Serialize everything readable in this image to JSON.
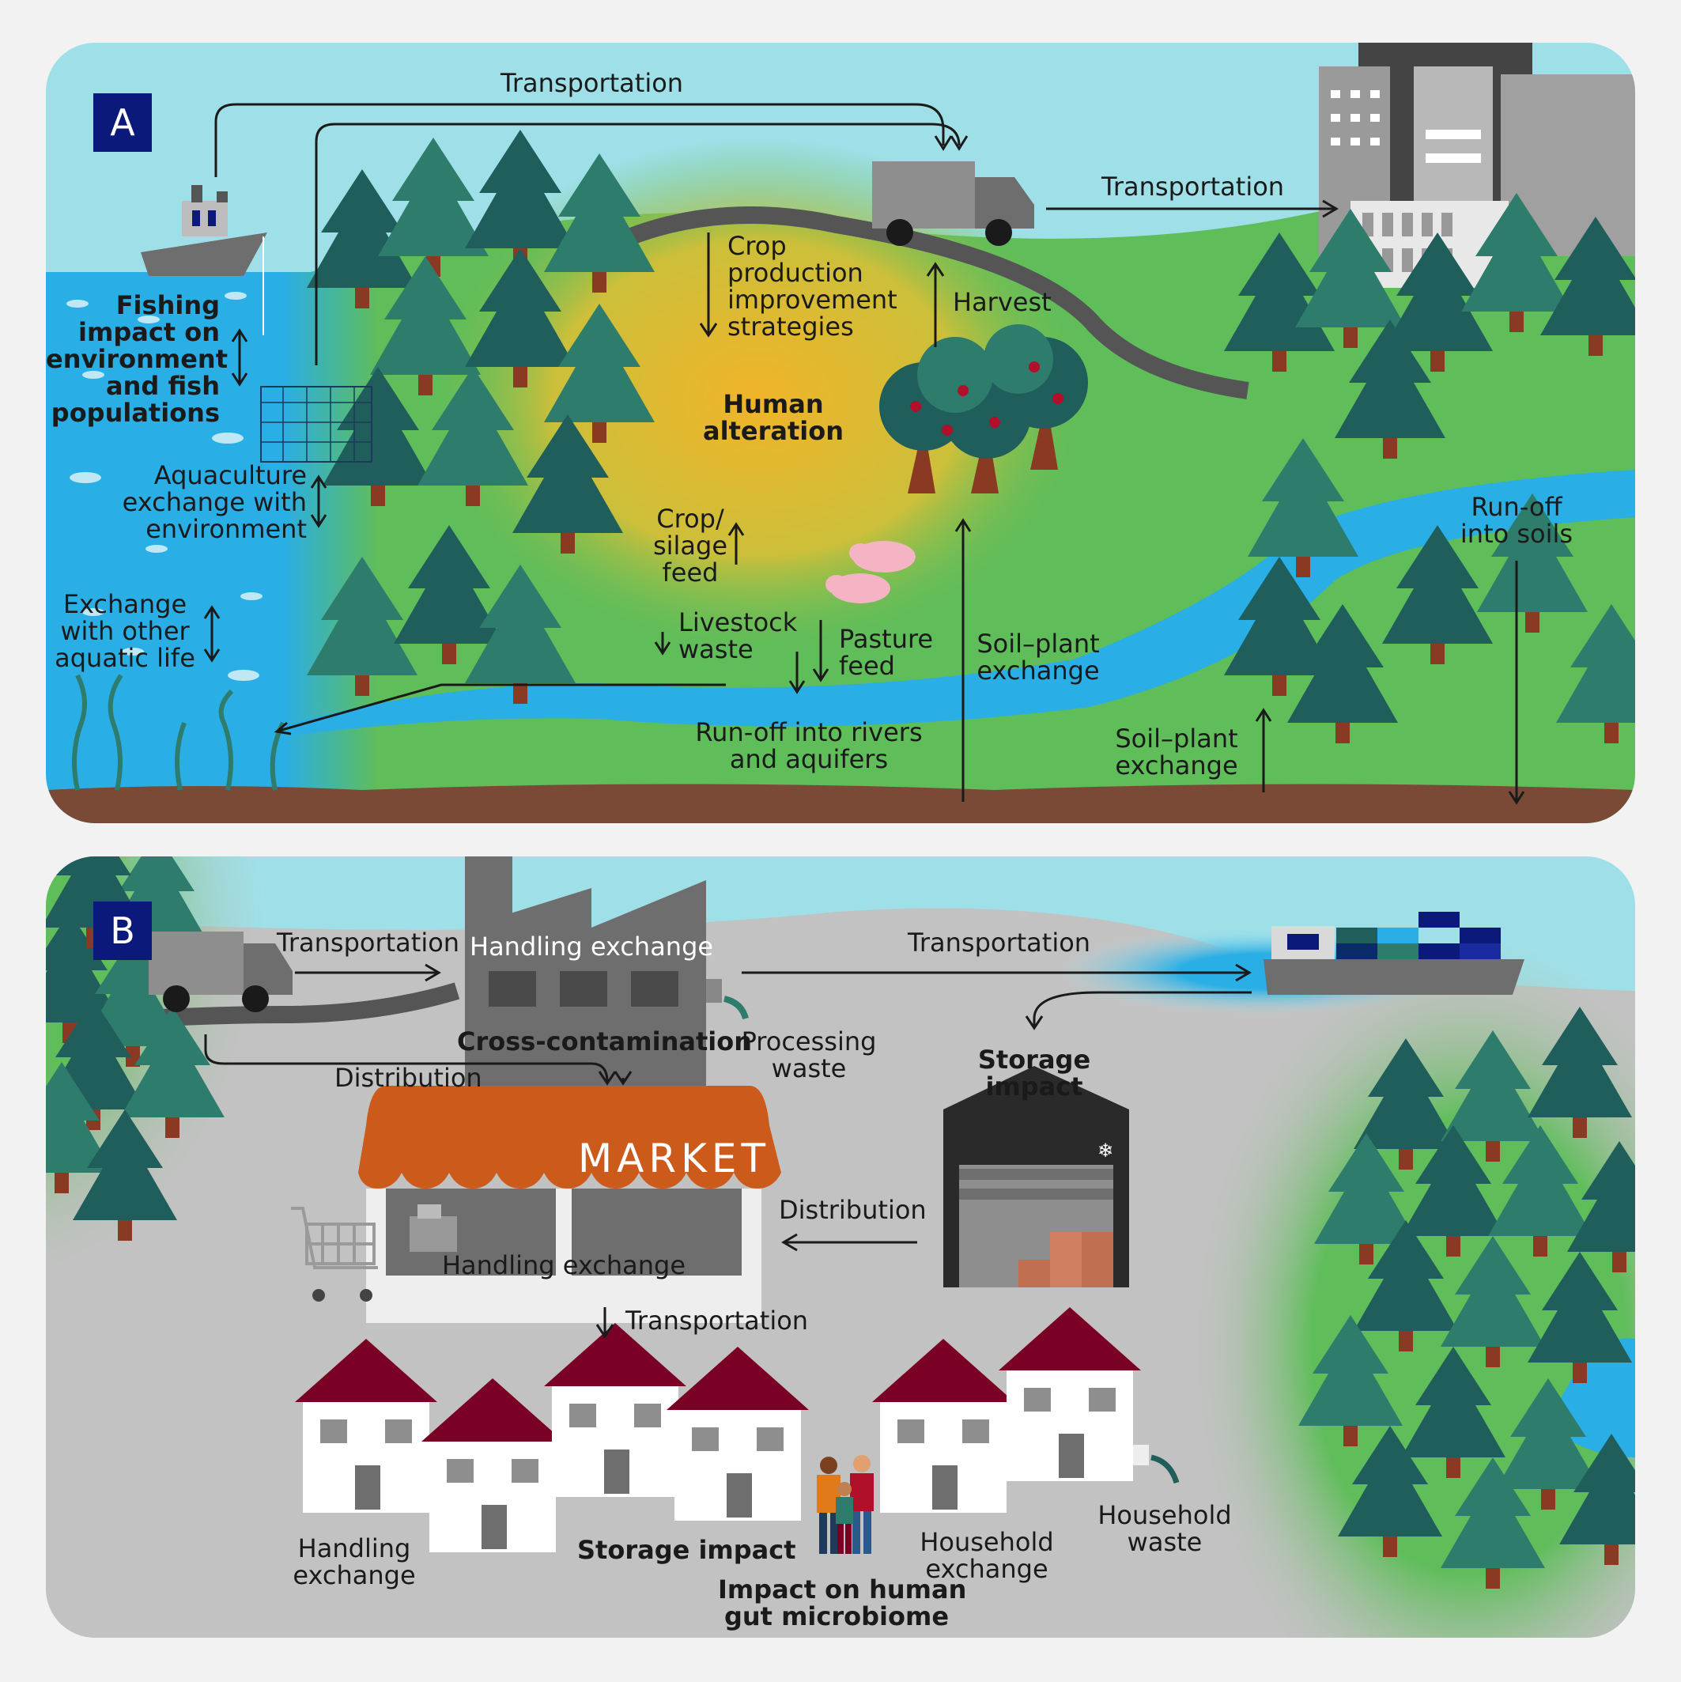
{
  "panel_a": {
    "badge": "A",
    "transport_top": "Transportation",
    "transport_right": "Transportation",
    "fishing": [
      "Fishing",
      "impact on",
      "environment",
      "and fish",
      "populations"
    ],
    "aquaculture": [
      "Aquaculture",
      "exchange with",
      "environment"
    ],
    "aquatic_life": [
      "Exchange",
      "with other",
      "aquatic life"
    ],
    "crop_strategies": [
      "Crop",
      "production",
      "improvement",
      "strategies"
    ],
    "harvest": "Harvest",
    "human_alteration": [
      "Human",
      "alteration"
    ],
    "crop_silage": [
      "Crop/",
      "silage",
      "feed"
    ],
    "livestock": [
      "Livestock",
      "waste"
    ],
    "pasture": [
      "Pasture",
      "feed"
    ],
    "soil_plant_center": [
      "Soil–plant",
      "exchange"
    ],
    "soil_plant_right": [
      "Soil–plant",
      "exchange"
    ],
    "runoff_rivers": [
      "Run-off into rivers",
      "and aquifers"
    ],
    "runoff_soils": [
      "Run-off",
      "into soils"
    ]
  },
  "panel_b": {
    "badge": "B",
    "transport_left": "Transportation",
    "factory_label": "Handling exchange",
    "transport_ship": "Transportation",
    "cross_contamination": "Cross-contamination",
    "processing_waste": [
      "Processing",
      "waste"
    ],
    "distribution_left": "Distribution",
    "storage_impact_top": [
      "Storage",
      "impact"
    ],
    "market_sign": "MARKET",
    "distribution_right": "Distribution",
    "market_handling": "Handling exchange",
    "transport_down": "Transportation",
    "handling_exchange": [
      "Handling",
      "exchange"
    ],
    "storage_impact_bottom": "Storage impact",
    "gut_microbiome": [
      "Impact on human",
      "gut microbiome"
    ],
    "household_exchange": [
      "Household",
      "exchange"
    ],
    "household_waste": [
      "Household",
      "waste"
    ]
  },
  "colors": {
    "sky": "#9fe0e8",
    "water": "#2aaee6",
    "grass": "#5fbd5a",
    "soil": "#7a4a36",
    "tree_dark": "#1f5e5b",
    "tree_light": "#2e7c6b",
    "badge": "#0b1a7a",
    "market_awning": "#cc5a1a",
    "roof": "#7a0025",
    "ground_b": "#c2c2c2"
  }
}
